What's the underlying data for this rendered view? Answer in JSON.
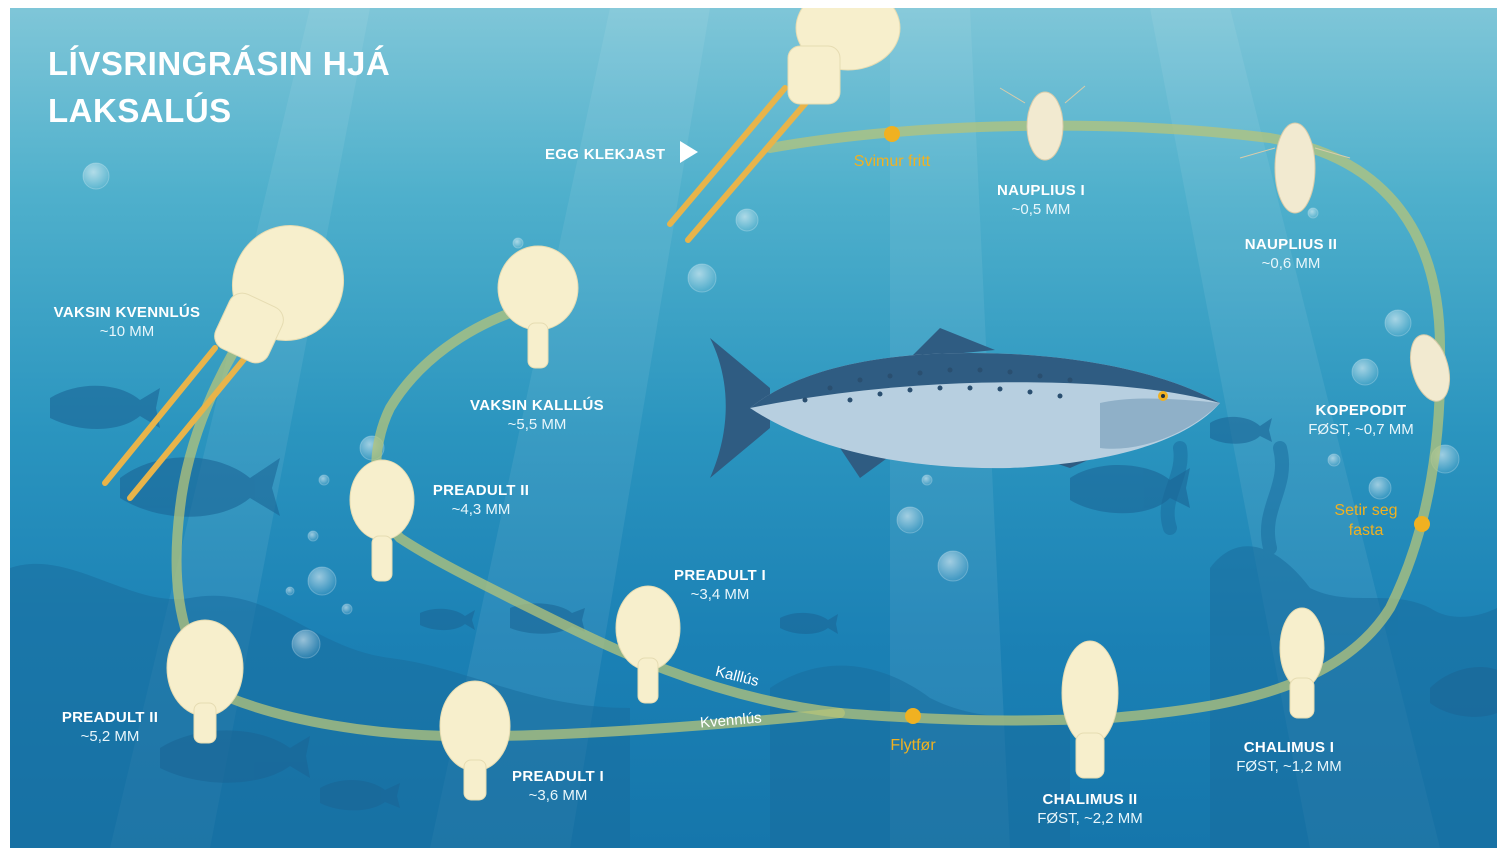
{
  "title_line1": "LÍVSRINGRÁSIN HJÁ",
  "title_line2": "LAKSALÚS",
  "egg_label": "EGG KLEKJAST",
  "stages": {
    "nauplius1": {
      "name": "NAUPLIUS I",
      "size": "~0,5 MM"
    },
    "nauplius2": {
      "name": "NAUPLIUS II",
      "size": "~0,6 MM"
    },
    "kopepodit": {
      "name": "KOPEPODIT",
      "size": "FØST, ~0,7 MM"
    },
    "chalimus1": {
      "name": "CHALIMUS I",
      "size": "FØST, ~1,2 MM"
    },
    "chalimus2": {
      "name": "CHALIMUS II",
      "size": "FØST, ~2,2 MM"
    },
    "preadult1_male": {
      "name": "PREADULT I",
      "size": "~3,4 MM"
    },
    "preadult2_male": {
      "name": "PREADULT II",
      "size": "~4,3 MM"
    },
    "adult_male": {
      "name": "VAKSIN KALLLÚS",
      "size": "~5,5 MM"
    },
    "preadult1_female": {
      "name": "PREADULT I",
      "size": "~3,6 MM"
    },
    "preadult2_female": {
      "name": "PREADULT II",
      "size": "~5,2 MM"
    },
    "adult_female": {
      "name": "VAKSIN KVENNLÚS",
      "size": "~10 MM"
    }
  },
  "notes": {
    "swims_free": "Svimur fritt",
    "attaches_line1": "Setir seg",
    "attaches_line2": "fasta",
    "moves": "Flytfør"
  },
  "path_labels": {
    "male": "Kalllús",
    "female": "Kvennlús"
  },
  "colors": {
    "water_top": "#7fc6d8",
    "water_bottom": "#1576ab",
    "path": "#b6c47a",
    "marker": "#f0b121",
    "louse_body": "#f7efcc",
    "salmon_back": "#2f5c82"
  },
  "icons": {
    "salmon": "salmon-fish",
    "egg_arrow": "play-triangle"
  }
}
